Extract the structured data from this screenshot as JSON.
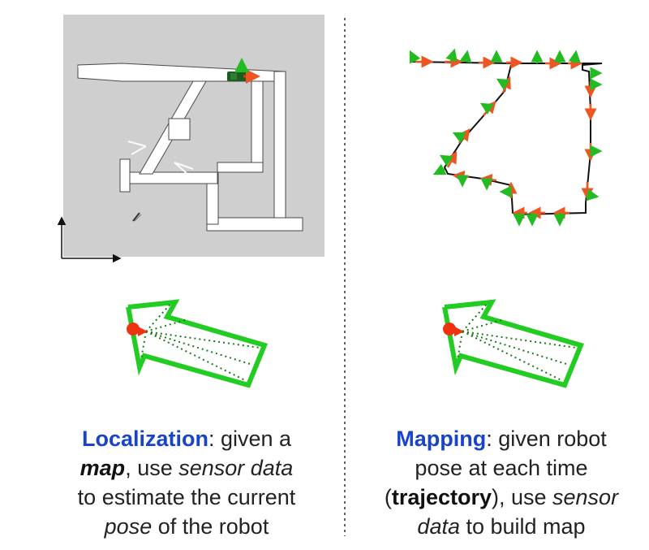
{
  "localization": {
    "keyword": "Localization",
    "line1_rest": ": given a",
    "map_word": "map",
    "line2_mid": ", use ",
    "sensor_data": "sensor data",
    "line3": "to estimate the current",
    "pose_word": "pose",
    "line4_rest": " of the robot"
  },
  "mapping": {
    "keyword": "Mapping",
    "line1_rest": ": given robot",
    "line2": "pose at each time",
    "open_paren": "(",
    "trajectory_word": "trajectory",
    "line3_mid": "), use ",
    "sensor_word": "sensor",
    "data_word": "data",
    "line4_rest": " to build map"
  },
  "colors": {
    "keyword_blue": "#1a44c8",
    "robot_green": "#22cc22",
    "robot_red": "#ee3311",
    "map_gray": "#cfcfcf",
    "arrow_green": "#22bb22",
    "arrow_orange": "#ee5522"
  }
}
